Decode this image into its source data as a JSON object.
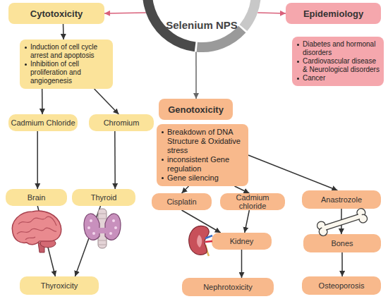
{
  "diagram": {
    "nodes": [
      {
        "text": [
          "Cytotoxicity"
        ]
      },
      {
        "text": [
          "Selenium NPS"
        ]
      },
      {
        "text": [
          "Epidemiology"
        ]
      },
      {
        "text": [
          "Induction of cell cycle arrest and apoptosis",
          "Inhibition of cell proliferation and angiogenesis"
        ]
      },
      {
        "text": [
          "Diabetes and hormonal disorders",
          "Cardiovascular disease & Neurological disorders",
          "Cancer"
        ]
      },
      {
        "text": [
          "Genotoxicity"
        ]
      },
      {
        "text": [
          "Breakdown of DNA Structure & Oxidative stress",
          "inconsistent Gene regulation",
          "Gene silencing"
        ]
      },
      {
        "text": [
          "Cadmium Chloride"
        ]
      },
      {
        "text": [
          "Chromium"
        ]
      },
      {
        "text": [
          "Cisplatin"
        ]
      },
      {
        "text": [
          "Cadmium chloride"
        ]
      },
      {
        "text": [
          "Anastrozole"
        ]
      },
      {
        "text": [
          "Brain"
        ]
      },
      {
        "text": [
          "Thyroid"
        ]
      },
      {
        "text": [
          "Kidney"
        ]
      },
      {
        "text": [
          "Bones"
        ]
      },
      {
        "text": [
          "Thyroxicity"
        ]
      },
      {
        "text": [
          "Nephrotoxicity"
        ]
      },
      {
        "text": [
          "Osteoporosis"
        ]
      }
    ],
    "edges": [
      {
        "from": 1,
        "to": 0,
        "arrow": "to"
      },
      {
        "from": 1,
        "to": 2,
        "arrow": "to"
      },
      {
        "from": 1,
        "to": 5,
        "arrow": "to"
      },
      {
        "from": 0,
        "to": 3,
        "arrow": "to"
      },
      {
        "from": 3,
        "to": 7,
        "arrow": "to"
      },
      {
        "from": 3,
        "to": 8,
        "arrow": "to"
      },
      {
        "from": 7,
        "to": 12,
        "arrow": "to"
      },
      {
        "from": 8,
        "to": 13,
        "arrow": "to"
      },
      {
        "from": 12,
        "to": 16,
        "arrow": "to"
      },
      {
        "from": 13,
        "to": 16,
        "arrow": "to"
      },
      {
        "from": 6,
        "to": 9,
        "arrow": "to"
      },
      {
        "from": 6,
        "to": 10,
        "arrow": "to"
      },
      {
        "from": 6,
        "to": 11,
        "arrow": "to"
      },
      {
        "from": 9,
        "to": 14,
        "arrow": "to"
      },
      {
        "from": 10,
        "to": 14,
        "arrow": "to"
      },
      {
        "from": 14,
        "to": 17,
        "arrow": "to"
      },
      {
        "from": 11,
        "to": 15,
        "arrow": "to"
      },
      {
        "from": 15,
        "to": 18,
        "arrow": "to"
      }
    ]
  }
}
